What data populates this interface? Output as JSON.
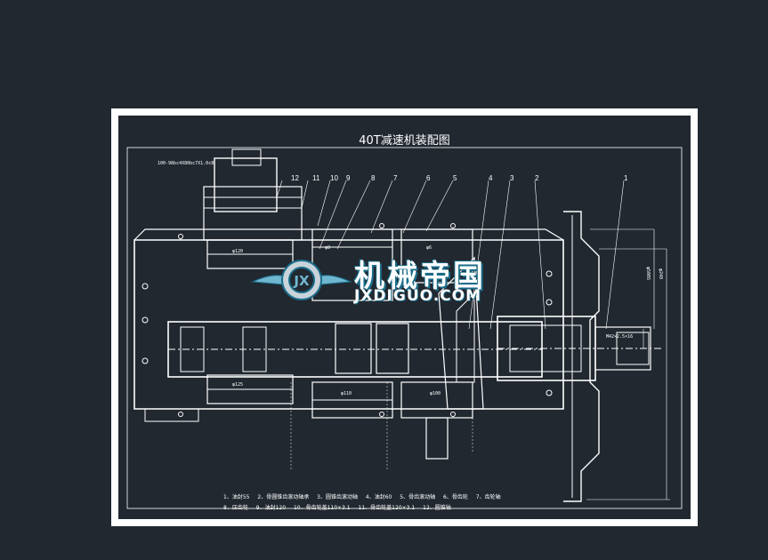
{
  "title": "40T减速机装配图",
  "spec_note": "100-98bc4X80bc7X1.0c8",
  "callouts": [
    "12",
    "11",
    "10",
    "9",
    "8",
    "7",
    "6",
    "5",
    "4",
    "3",
    "2",
    "1"
  ],
  "parts_list": [
    "1、油封55",
    "2、骨圆锥齿滚动轴承",
    "3、圆锥齿滚动轴",
    "4、油封60",
    "5、骨齿滚动轴",
    "6、骨齿轮",
    "7、齿轮轴",
    "8、压齿轮",
    "9、油封120",
    "10、骨齿轮盖110×3.1",
    "11、骨齿轮盖120×3.1",
    "12、圆锥轴"
  ],
  "dimensions": [
    "φ500S",
    "φ240",
    "φ120",
    "φ125",
    "φ110",
    "φ100",
    "φ8",
    "φ6",
    "M42×2.5×16"
  ],
  "watermark": {
    "cn": "机械帝国",
    "en": "JXDIGUO.COM"
  },
  "colors": {
    "background": "#212830",
    "sheet_border": "#ffffff",
    "lines": "#ffffff",
    "watermark_accent": "#1a6d8a"
  }
}
